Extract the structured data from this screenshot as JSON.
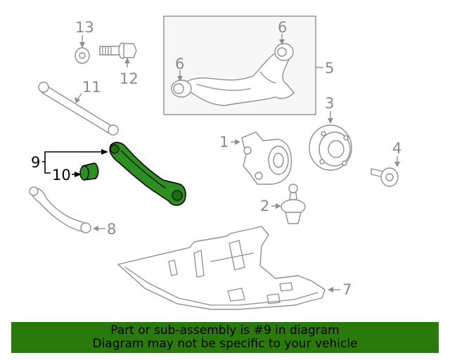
{
  "callouts": {
    "c1": "1",
    "c2": "2",
    "c3": "3",
    "c4": "4",
    "c5": "5",
    "c6a": "6",
    "c6b": "6",
    "c7": "7",
    "c8": "8",
    "c9": "9",
    "c10": "10",
    "c11": "11",
    "c12": "12",
    "c13": "13"
  },
  "highlighted_part": "9",
  "banner": {
    "line1": "Part or sub-assembly is #9 in diagram",
    "line2": "Diagram may not be specific to your vehicle"
  },
  "colors": {
    "highlight": "#2c8f1f",
    "banner": "#2a7a0b",
    "callout": "#8a8a8a"
  }
}
